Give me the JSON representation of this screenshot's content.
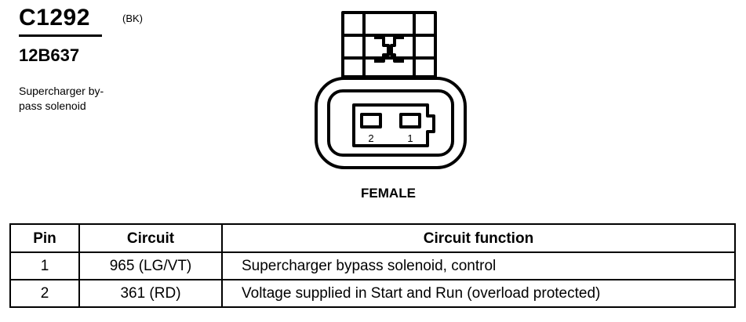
{
  "header": {
    "connector_id": "C1292",
    "color_code": "(BK)",
    "part_number": "12B637",
    "description": "Supercharger by-\npass solenoid"
  },
  "connector_view": {
    "label": "FEMALE",
    "pins": [
      {
        "number": "2"
      },
      {
        "number": "1"
      }
    ]
  },
  "table": {
    "headers": {
      "pin": "Pin",
      "circuit": "Circuit",
      "function": "Circuit function"
    },
    "rows": [
      {
        "pin": "1",
        "circuit": "965 (LG/VT)",
        "function": "Supercharger bypass solenoid, control"
      },
      {
        "pin": "2",
        "circuit": "361 (RD)",
        "function": "Voltage supplied in Start and Run (overload protected)"
      }
    ]
  }
}
